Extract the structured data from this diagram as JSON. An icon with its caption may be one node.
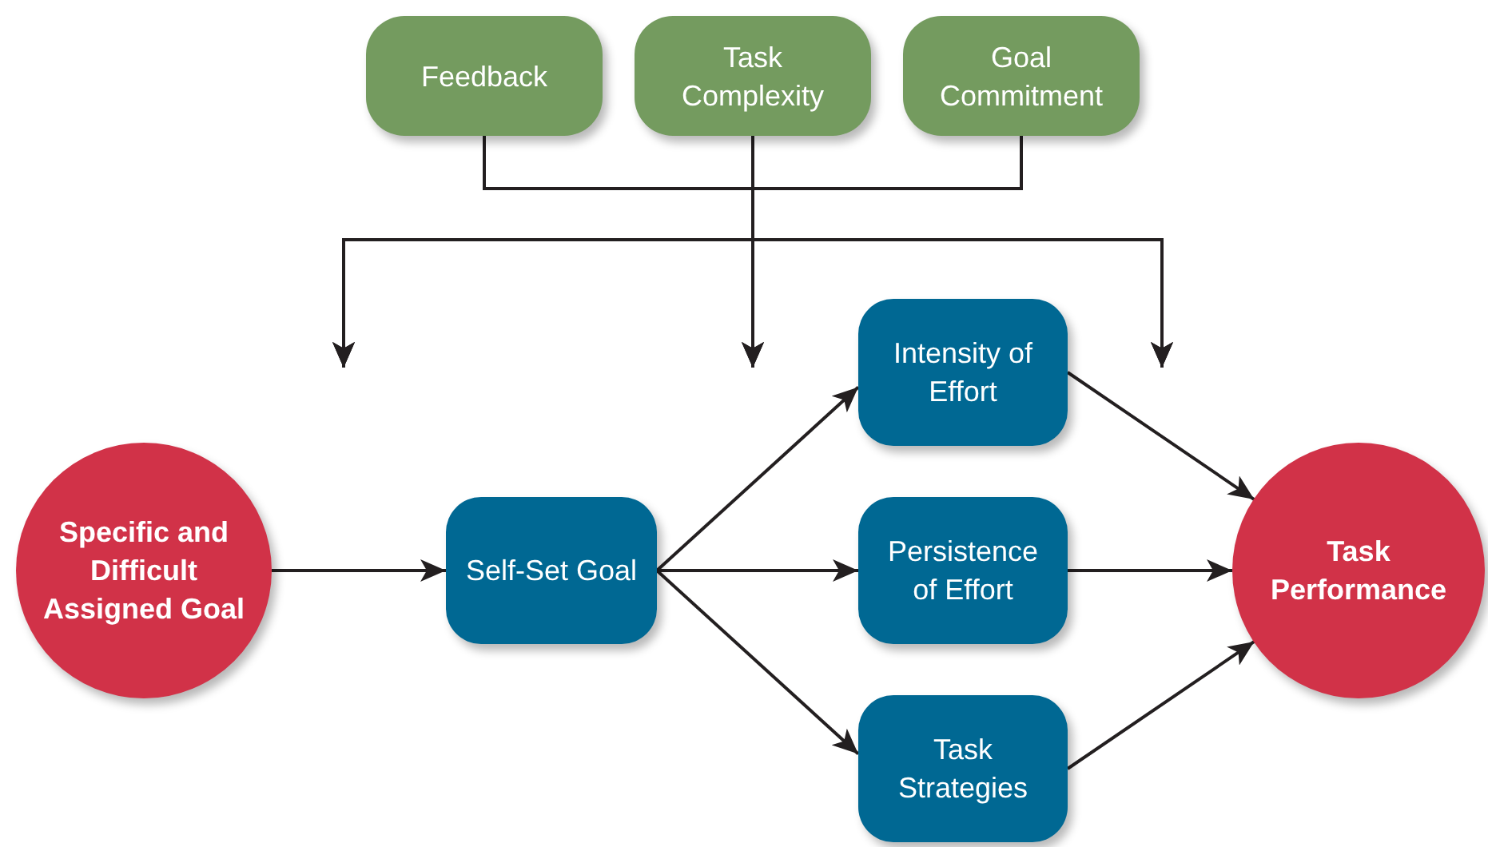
{
  "diagram": {
    "nodes": [
      {
        "text": [
          "Feedback"
        ]
      },
      {
        "text": [
          "Task Complexity"
        ]
      },
      {
        "text": [
          "Goal Commitment"
        ]
      },
      {
        "text": [
          "Specific and Difficult Assigned Goal"
        ]
      },
      {
        "text": [
          "Self-Set Goal"
        ]
      },
      {
        "text": [
          "Intensity of Effort"
        ]
      },
      {
        "text": [
          "Persistence of Effort"
        ]
      },
      {
        "text": [
          "Task Strategies"
        ]
      },
      {
        "text": [
          "Task Performance"
        ]
      }
    ],
    "edges": [
      {
        "from": 3,
        "to": 4,
        "arrow": "to"
      },
      {
        "from": 4,
        "to": 5,
        "arrow": "to"
      },
      {
        "from": 4,
        "to": 6,
        "arrow": "to"
      },
      {
        "from": 4,
        "to": 7,
        "arrow": "to"
      },
      {
        "from": 5,
        "to": 8,
        "arrow": "to"
      },
      {
        "from": 6,
        "to": 8,
        "arrow": "to"
      },
      {
        "from": 7,
        "to": 8,
        "arrow": "to"
      },
      {
        "from": 0,
        "to": null,
        "arrow": "to"
      },
      {
        "from": 0,
        "to": null,
        "arrow": "to"
      },
      {
        "from": 0,
        "to": null,
        "arrow": "to"
      },
      {
        "from": 1,
        "to": null,
        "arrow": "to"
      },
      {
        "from": 1,
        "to": null,
        "arrow": "to"
      },
      {
        "from": 1,
        "to": null,
        "arrow": "to"
      },
      {
        "from": 2,
        "to": null,
        "arrow": "to"
      },
      {
        "from": 2,
        "to": null,
        "arrow": "to"
      },
      {
        "from": 2,
        "to": null,
        "arrow": "to"
      }
    ]
  }
}
